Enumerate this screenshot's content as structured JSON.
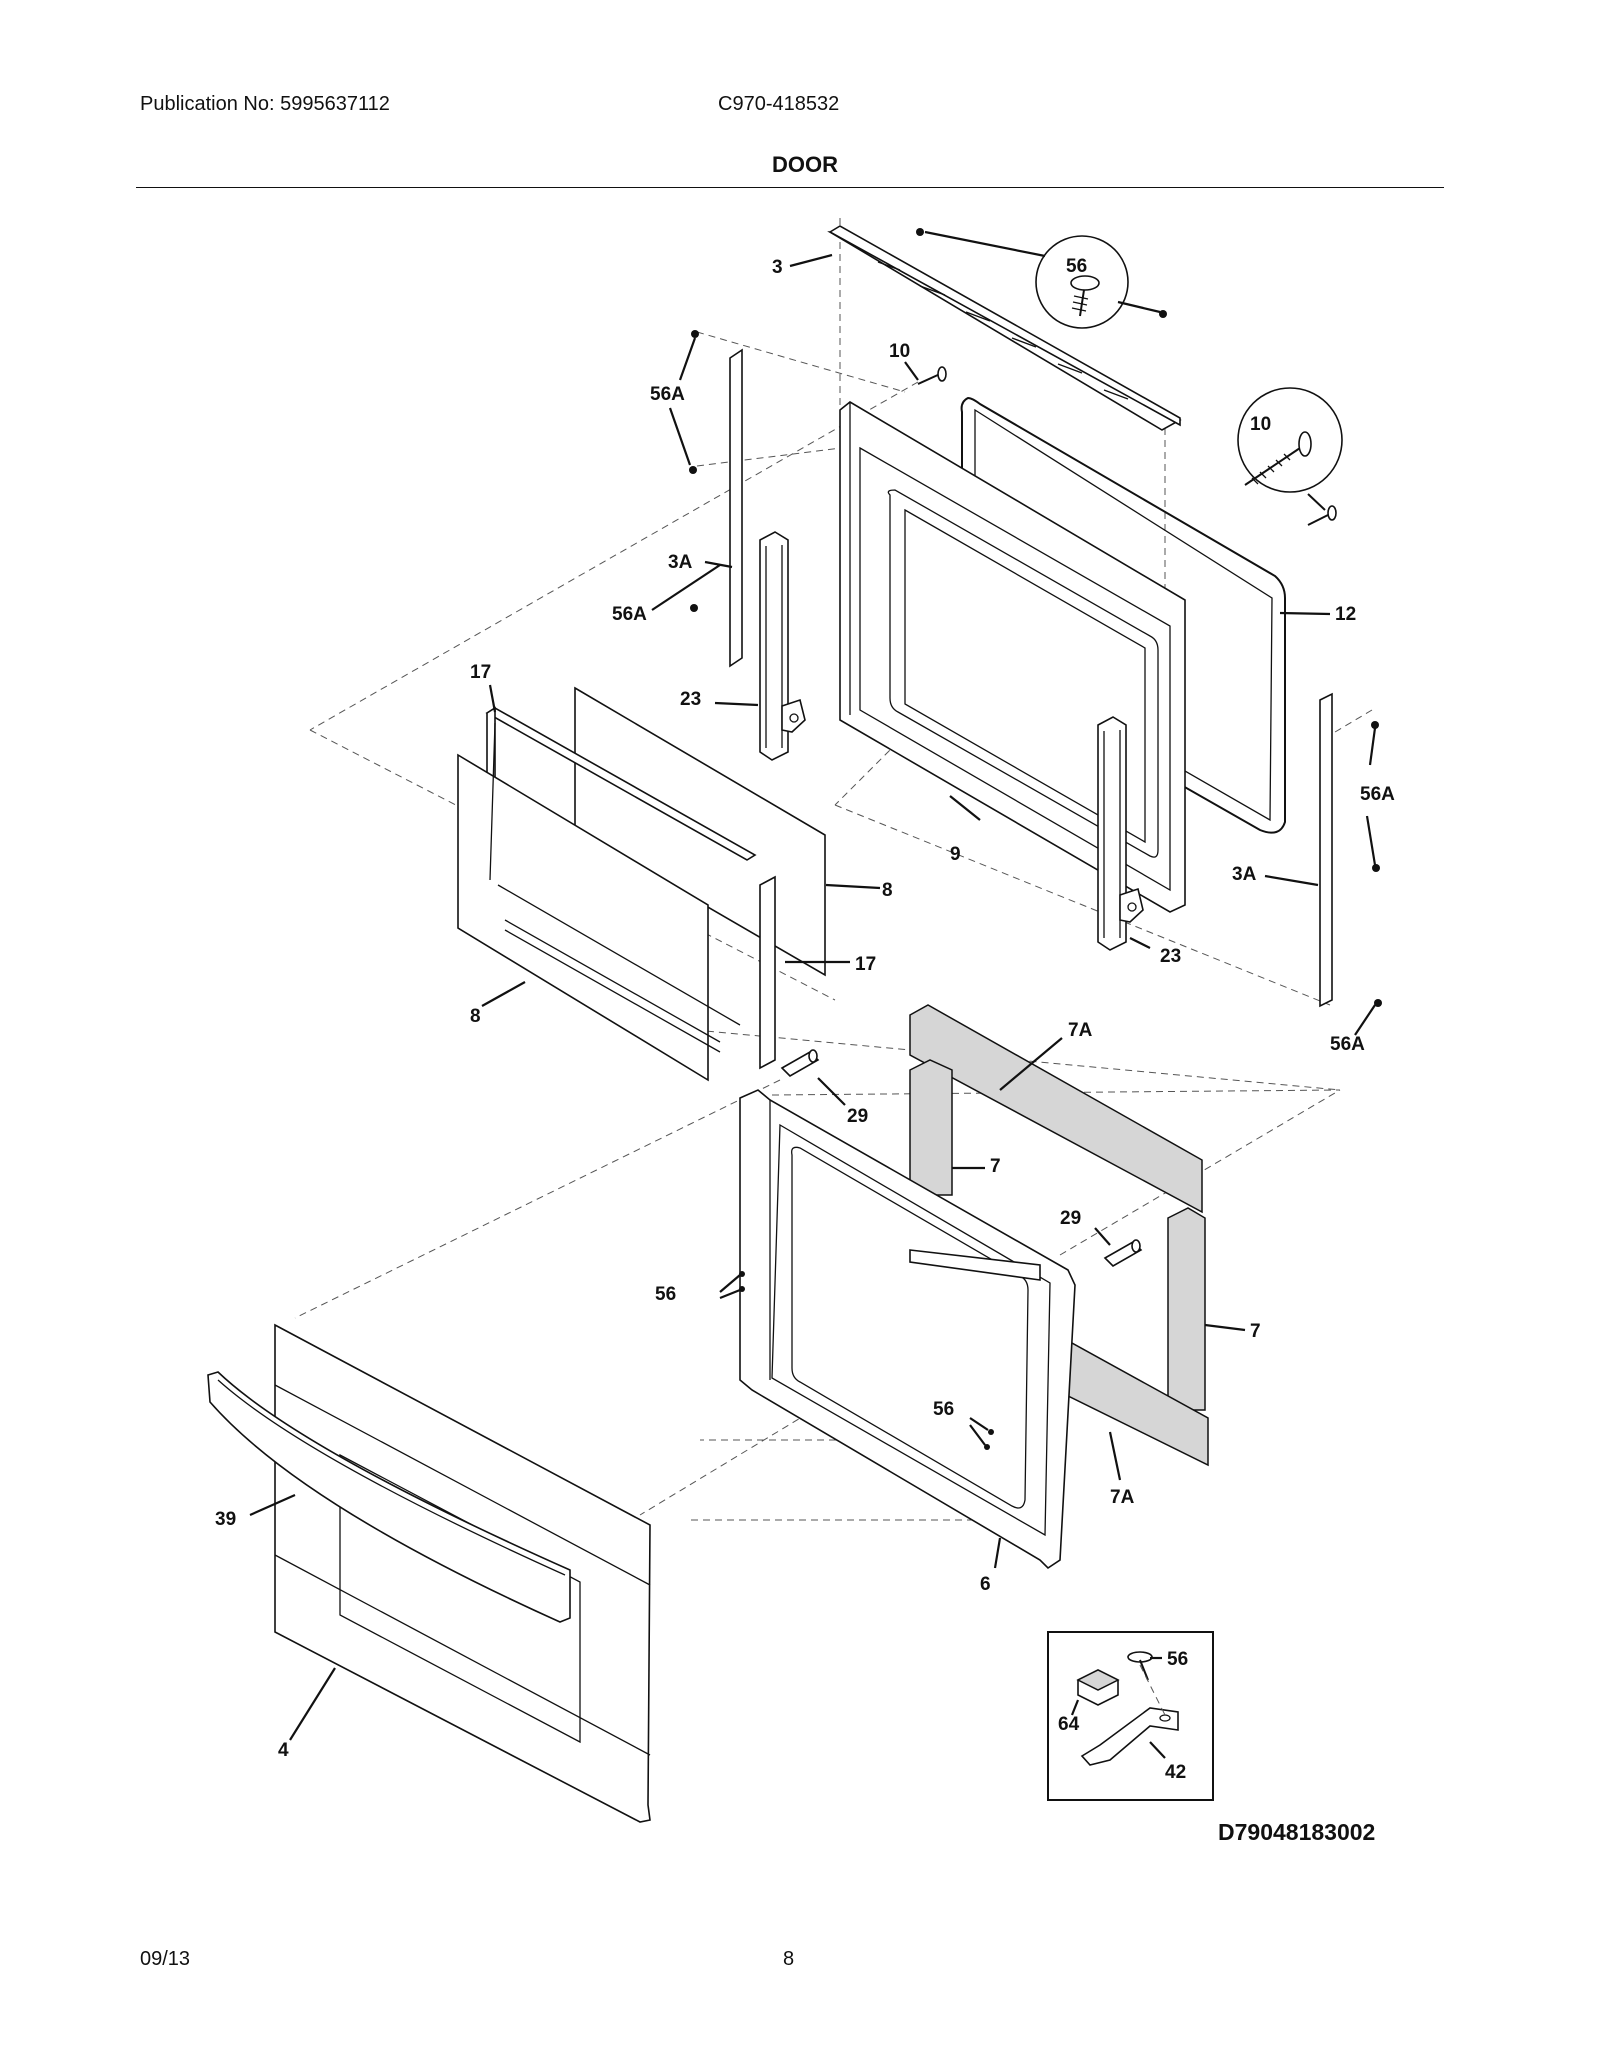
{
  "header": {
    "publication": "Publication No: 5995637112",
    "model": "C970-418532",
    "title": "DOOR"
  },
  "footer": {
    "date": "09/13",
    "page_number": "8"
  },
  "diagram": {
    "code": "D79048183002",
    "labels": {
      "l3": "3",
      "l56_top": "56",
      "l10_top": "10",
      "l10_circle": "10",
      "l56A_a": "56A",
      "l3A_left": "3A",
      "l56A_b": "56A",
      "l12": "12",
      "l17_top": "17",
      "l23_left": "23",
      "l56A_c": "56A",
      "l9": "9",
      "l8_right": "8",
      "l3A_right": "3A",
      "l17_mid": "17",
      "l23_right": "23",
      "l8_left": "8",
      "l7A_top": "7A",
      "l56A_d": "56A",
      "l29_left": "29",
      "l7_left": "7",
      "l29_right": "29",
      "l56_left": "56",
      "l7_right": "7",
      "l56_mid": "56",
      "l39": "39",
      "l7A_bottom": "7A",
      "l6": "6",
      "l56_inset": "56",
      "l64": "64",
      "l42": "42",
      "l4": "4"
    }
  }
}
